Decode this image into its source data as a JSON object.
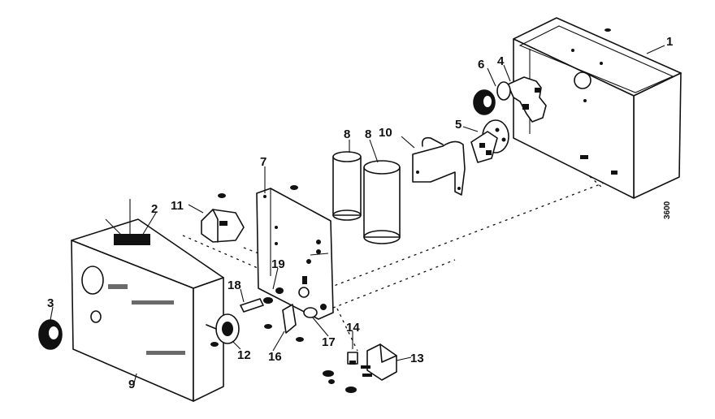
{
  "labels": {
    "l1": "1",
    "l2": "2",
    "l3": "3",
    "l4": "4",
    "l5": "5",
    "l6": "6",
    "l7": "7",
    "l8a": "8",
    "l8b": "8",
    "l9": "9",
    "l10": "10",
    "l11": "11",
    "l12": "12",
    "l13": "13",
    "l14": "14",
    "l16": "16",
    "l17": "17",
    "l18": "18",
    "l19": "19"
  },
  "diagram_code": "3600"
}
